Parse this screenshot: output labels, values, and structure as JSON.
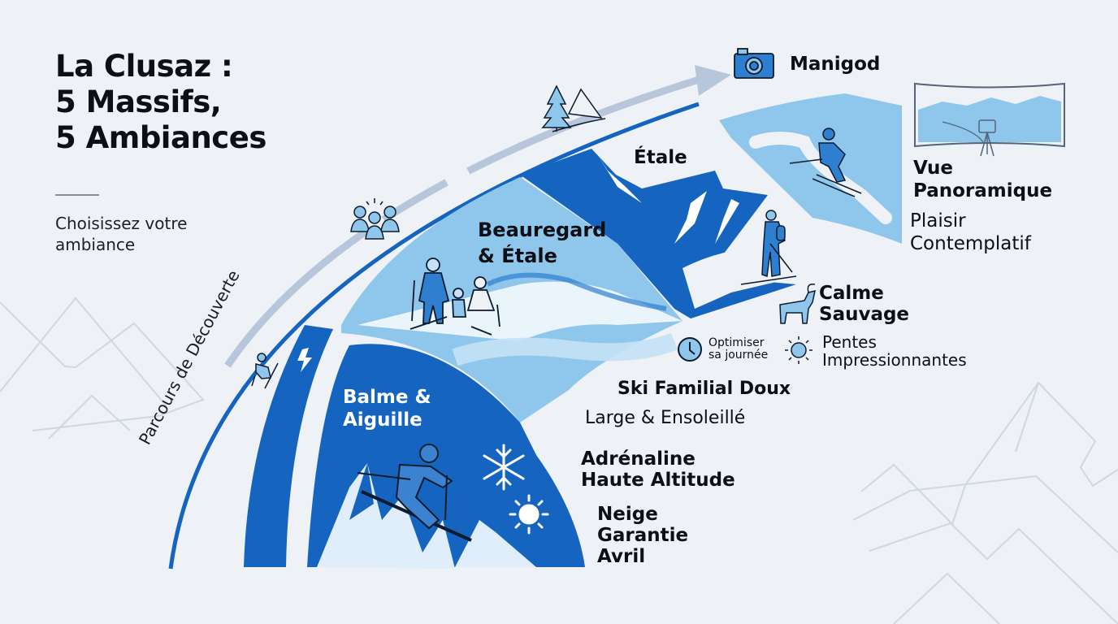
{
  "header": {
    "title_lines": [
      "La Clusaz :",
      "5 Massifs,",
      "5 Ambiances"
    ],
    "subtitle_lines": [
      "Choisissez votre",
      "ambiance"
    ]
  },
  "path": {
    "label": "Parcours de Découverte"
  },
  "massifs": [
    {
      "name_lines": [
        "Balme &",
        "Aiguille"
      ],
      "features": [
        {
          "style": "bold",
          "lines": [
            "Adrénaline",
            "Haute Altitude"
          ]
        },
        {
          "style": "bold",
          "lines": [
            "Neige",
            "Garantie",
            "Avril"
          ]
        }
      ],
      "icons": [
        "skier-icon",
        "snowflake-icon",
        "sun-icon",
        "lightning-icon"
      ]
    },
    {
      "name_lines": [
        "Beauregard",
        "& Étale"
      ],
      "features": [
        {
          "style": "bold",
          "lines": [
            "Ski Familial Doux"
          ]
        },
        {
          "style": "regular",
          "lines": [
            "Large & Ensoleillé"
          ]
        }
      ],
      "icons": [
        "family-skiers-icon",
        "family-group-icon"
      ]
    },
    {
      "name_lines": [
        "Étale"
      ],
      "features": [
        {
          "style": "bold",
          "lines": [
            "Calme",
            "Sauvage"
          ]
        },
        {
          "style": "regular",
          "lines": [
            "Pentes",
            "Impressionnantes"
          ]
        }
      ],
      "icons": [
        "ski-touring-icon",
        "goat-icon",
        "sun-icon"
      ]
    },
    {
      "name_lines": [
        "Manigod"
      ],
      "features": [
        {
          "style": "bold",
          "lines": [
            "Vue",
            "Panoramique"
          ]
        },
        {
          "style": "regular",
          "lines": [
            "Plaisir",
            "Contemplatif"
          ]
        }
      ],
      "icons": [
        "camera-icon",
        "panorama-icon",
        "skier-icon",
        "tree-mountain-icon"
      ]
    }
  ],
  "tip": {
    "lines": [
      "Optimiser",
      "sa journée"
    ],
    "icon": "clock-icon"
  },
  "colors": {
    "background": "#eef1f5",
    "dark_blue": "#1565c0",
    "mid_blue": "#2f7fd0",
    "light_blue": "#8fc6ec",
    "pale_blue": "#c4e1f6",
    "arrow_gray": "#b8c6dc",
    "outline": "#0d1b2e"
  }
}
